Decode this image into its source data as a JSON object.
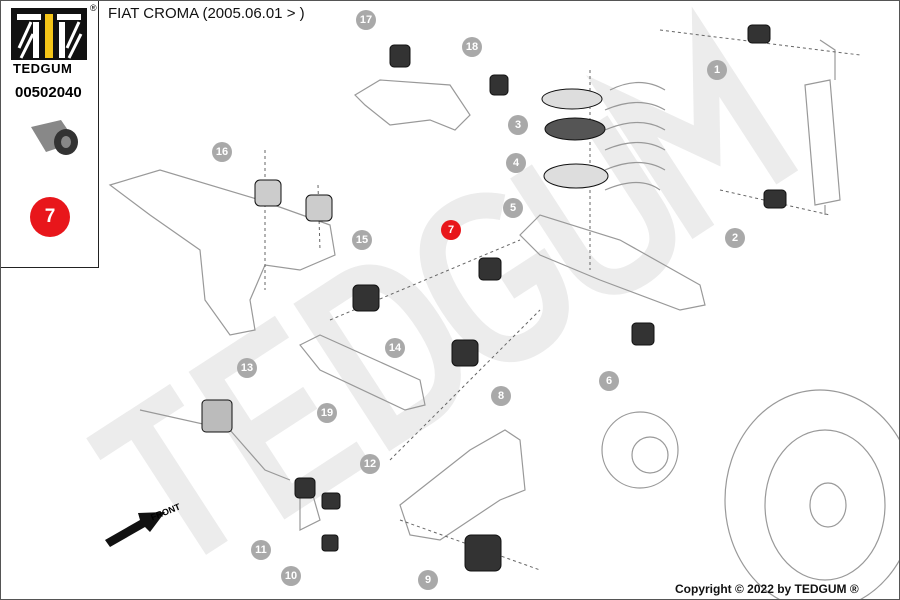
{
  "header": {
    "title": "FIAT CROMA (2005.06.01 > )"
  },
  "sidebar": {
    "brand": "TEDGUM",
    "registered": "®",
    "part_number": "00502040",
    "highlight_number": "7"
  },
  "watermark": "TEDGUM",
  "front_label": "FRONT",
  "footer": {
    "copyright": "Copyright © 2022 by TEDGUM ®"
  },
  "colors": {
    "callout": "#a9a9a9",
    "highlight": "#e8161b",
    "logo_accent": "#f5c518"
  },
  "callouts": [
    "1",
    "2",
    "3",
    "4",
    "5",
    "6",
    "7",
    "8",
    "9",
    "10",
    "11",
    "12",
    "13",
    "14",
    "15",
    "16",
    "17",
    "18",
    "19"
  ]
}
